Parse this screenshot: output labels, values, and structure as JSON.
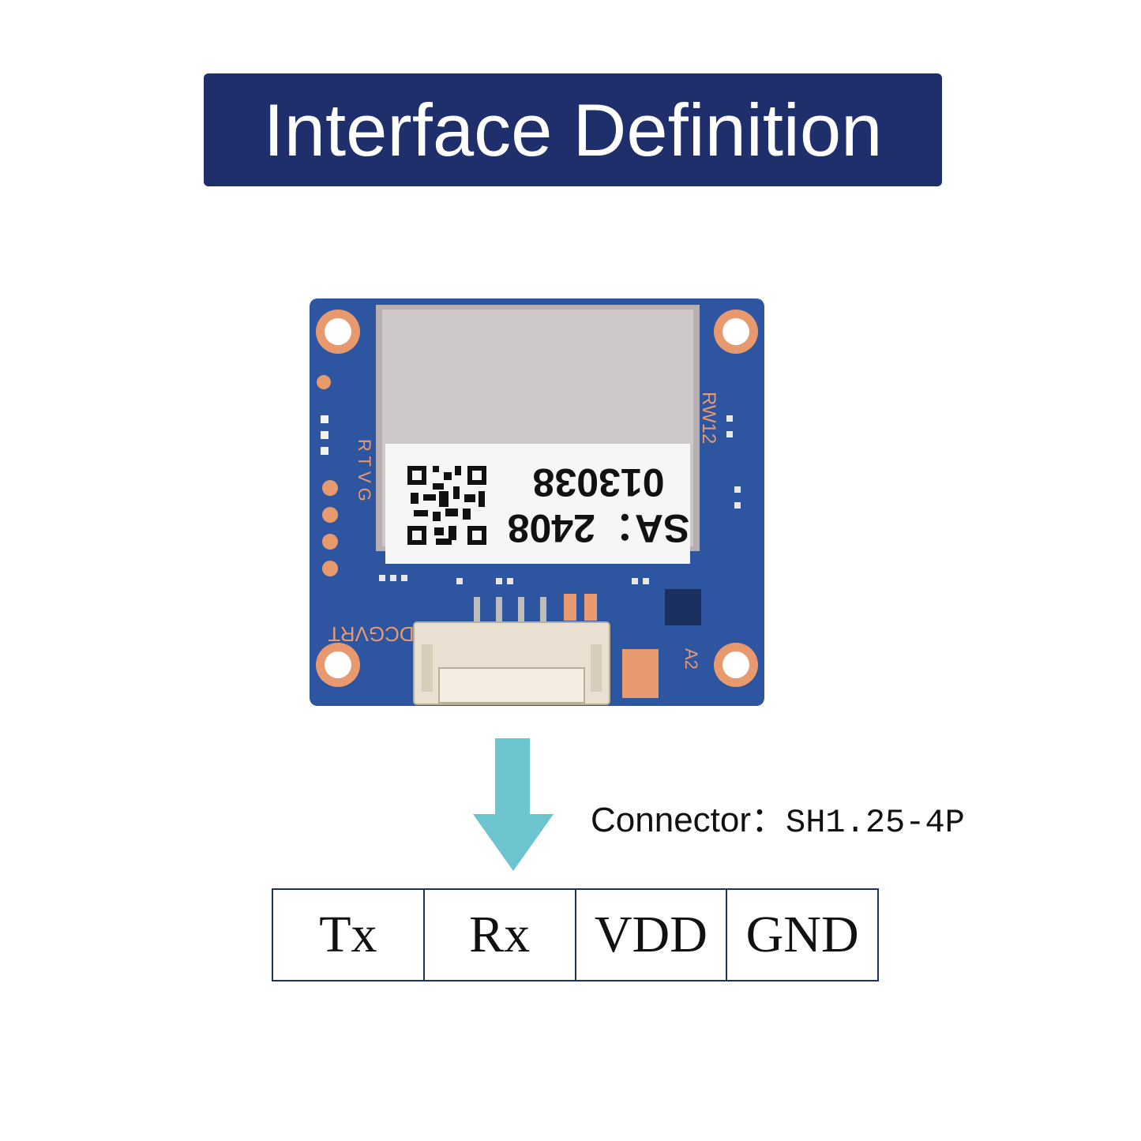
{
  "title": "Interface Definition",
  "board": {
    "label_serial": "013038",
    "label_code": "SA：2408",
    "silk_left": "RTVG",
    "silk_bottom": "DCGVRT",
    "silk_right": "RW12",
    "silk_a2": "A2"
  },
  "connector": {
    "prefix": "Connector：",
    "model": "SH1.25-4P"
  },
  "pins": [
    "Tx",
    "Rx",
    "VDD",
    "GND"
  ],
  "colors": {
    "banner": "#1e2f6b",
    "pcb": "#2d55a0",
    "copper": "#e89a6e",
    "shield": "#c9c3c3",
    "arrow": "#6cc4cf"
  }
}
